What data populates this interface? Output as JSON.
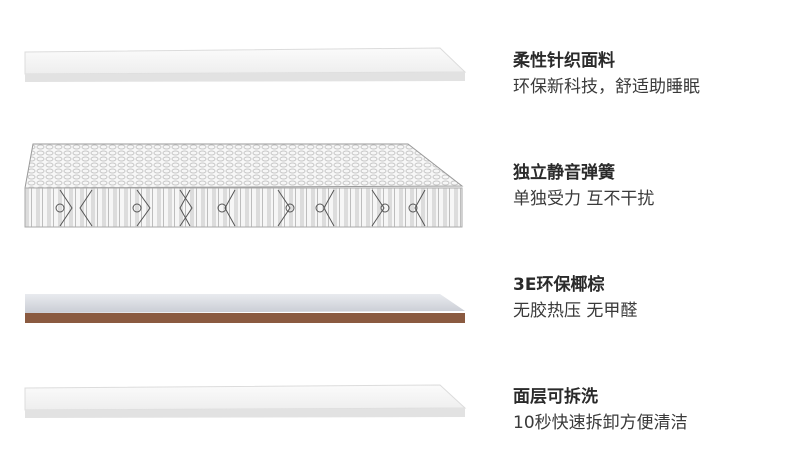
{
  "features": [
    {
      "title": "柔性针织面料",
      "desc": "环保新科技，舒适助睡眠"
    },
    {
      "title": "独立静音弹簧",
      "desc": "单独受力 互不干扰"
    },
    {
      "title": "3E环保椰棕",
      "desc": "无胶热压 无甲醛"
    },
    {
      "title": "面层可拆洗",
      "desc": "10秒快速拆卸方便清洁"
    }
  ],
  "colors": {
    "coir": "#8a5a40",
    "fabric": "#f3f3f3",
    "foam": "#d9dce3"
  }
}
